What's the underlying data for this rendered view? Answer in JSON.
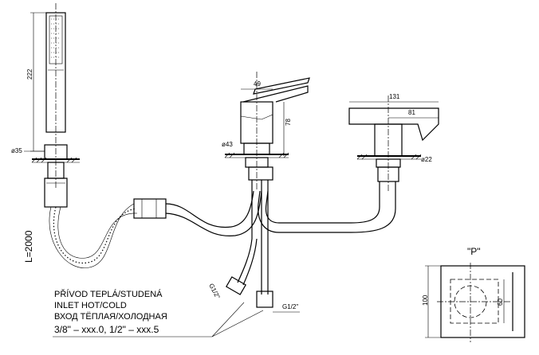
{
  "dimensions": {
    "d222": "222",
    "d35": "ø35",
    "dL": "L=2000",
    "d49": "49",
    "d78": "78",
    "d43": "ø43",
    "d131": "131",
    "d81": "81",
    "d22": "ø22",
    "g12a": "G1/2\"",
    "g12b": "G1/2\"",
    "d100": "100",
    "d60": "60"
  },
  "detail_label": "\"P\"",
  "callout": {
    "line1": "PŘÍVOD TEPLÁ/STUDENÁ",
    "line2": "INLET HOT/COLD",
    "line3": "ВХОД ТЁПЛАЯ/ХОЛОДНАЯ",
    "line4": "3/8\" – xxx.0, 1/2\" – xxx.5"
  }
}
